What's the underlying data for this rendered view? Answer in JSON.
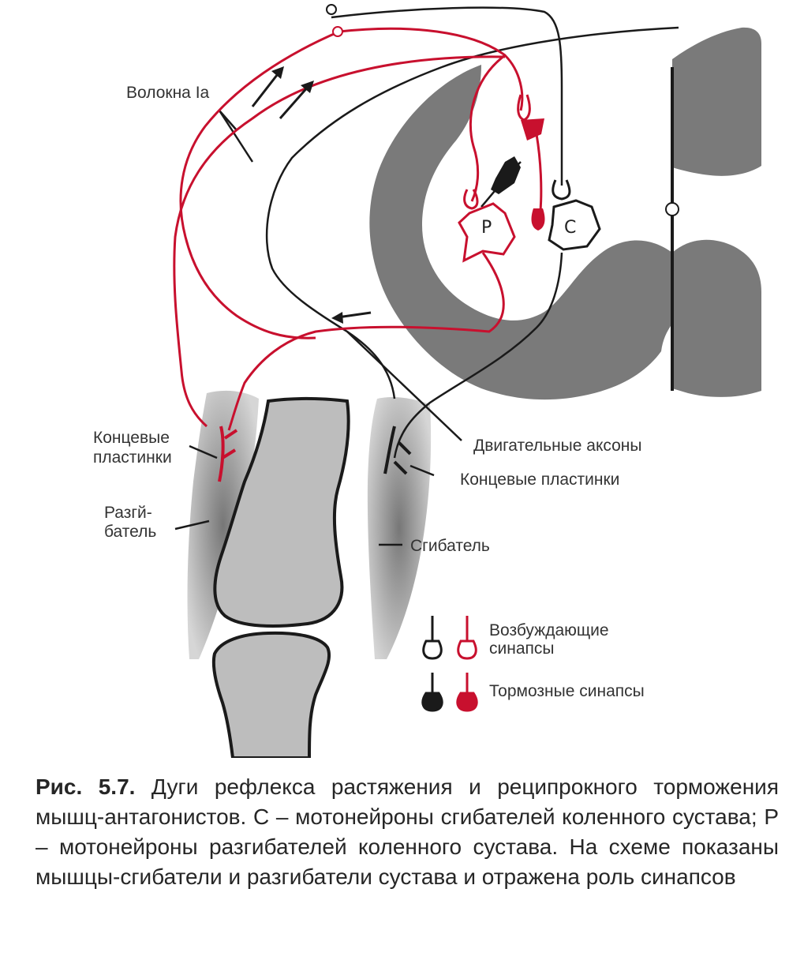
{
  "labels": {
    "fibers_ia": "Волокна Ia",
    "end_plates_left_1": "Концевые",
    "end_plates_left_2": "пластинки",
    "extensor_1": "Разгй-",
    "extensor_2": "батель",
    "motor_axons": "Двигательные аксоны",
    "end_plates_right": "Концевые пластинки",
    "flexor": "Сгибатель",
    "neuron_p": "Р",
    "neuron_c": "С"
  },
  "legend": {
    "excitatory_1": "Возбуждающие",
    "excitatory_2": "синапсы",
    "inhibitory": "Тормозные синапсы"
  },
  "caption": {
    "figure_label": "Рис. 5.7.",
    "text": "Дуги рефлекса растяжения и реципрокного торможения мышц-антагонистов. С – мотонейроны сгибателей коленного сустава; Р – мотонейроны разгибателей коленного сустава. На схеме показаны мышцы-сгибатели и разгибатели сустава и отражена роль синапсов"
  },
  "colors": {
    "red": "#c8102e",
    "black": "#1a1a1a",
    "gray_matter": "#7a7a7a",
    "bone": "#bdbdbd"
  }
}
